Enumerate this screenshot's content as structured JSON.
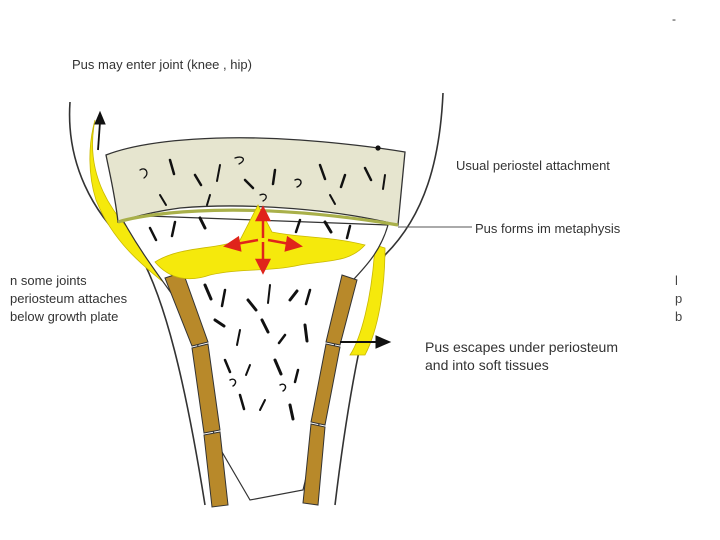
{
  "labels": {
    "joint": "Pus may enter joint (knee , hip)",
    "periosteal": "Usual periostel attachment",
    "metaphysis": "Pus forms im metaphysis",
    "joints_line1": "n some joints",
    "joints_line2": "periosteum attaches",
    "joints_line3": "below growth plate",
    "escape_line1": "Pus escapes under periosteum",
    "escape_line2": "and into soft tissues"
  },
  "edge_marks": [
    "l",
    "p",
    "b"
  ],
  "corner_mark": "-",
  "colors": {
    "pus": "#f5e90c",
    "periosteum_brown": "#b8892a",
    "epiphysis": "#e6e5cf",
    "growth_plate": "#a9b04a",
    "arrow_red": "#e0241b",
    "ink": "#111111"
  }
}
